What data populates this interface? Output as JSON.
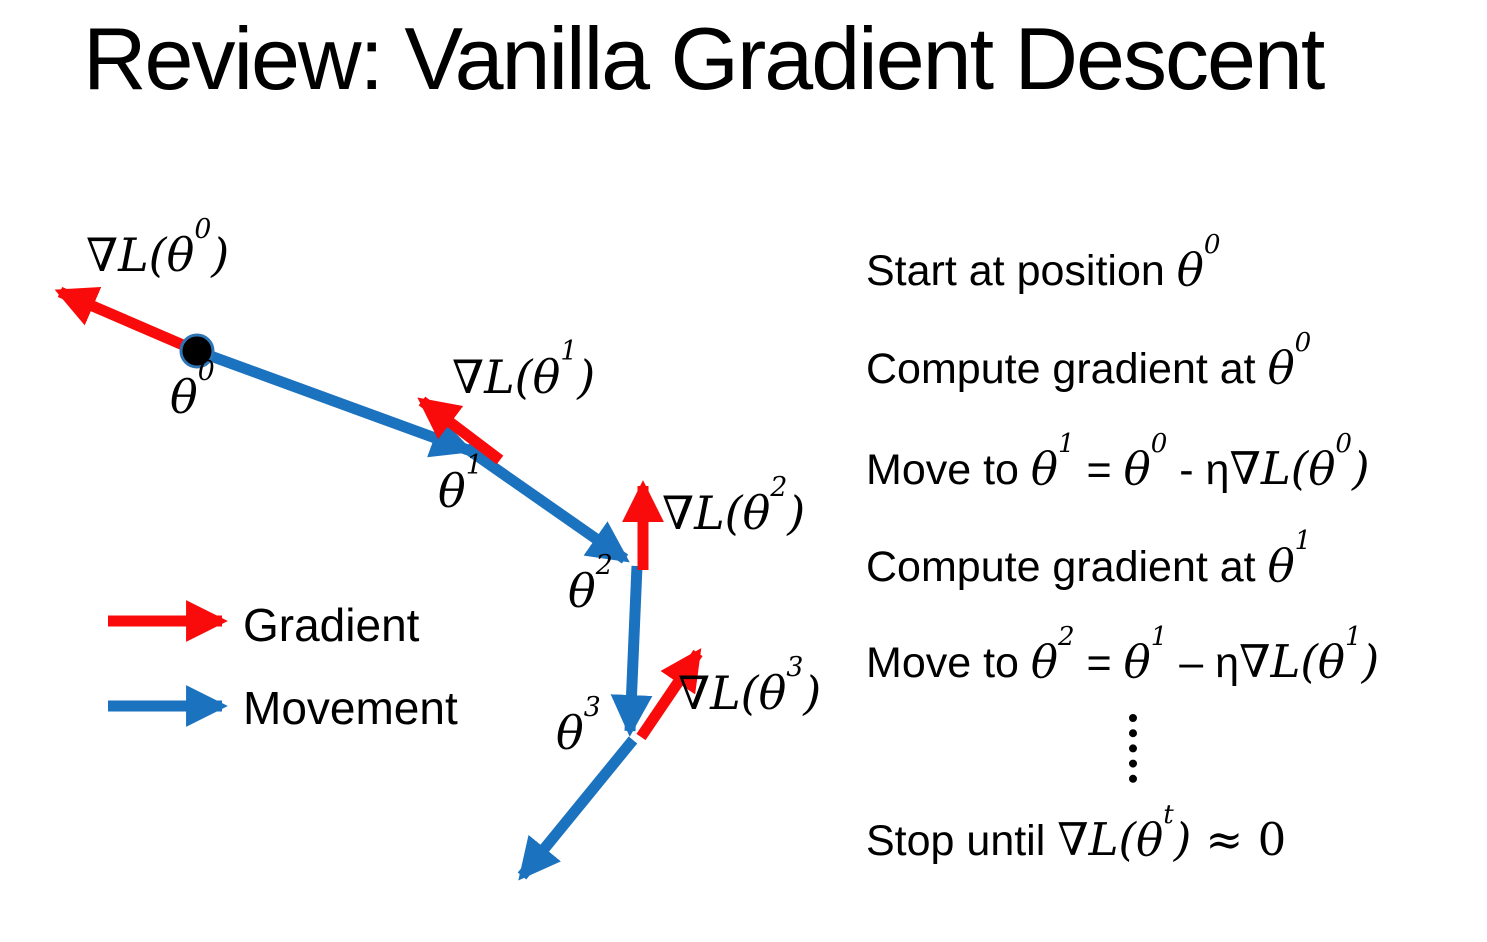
{
  "title": "Review: Vanilla Gradient Descent",
  "colors": {
    "gradient_red": "#F90B0B",
    "movement_blue": "#1B72BE",
    "dot_fill": "#000000",
    "dot_ring": "#2E75B6",
    "dots_color": "#000000"
  },
  "legend": {
    "gradient": "Gradient",
    "movement": "Movement"
  },
  "diagram": {
    "labels": {
      "theta0": {
        "pre": "θ",
        "sup": "0"
      },
      "theta1": {
        "pre": "θ",
        "sup": "1"
      },
      "theta2": {
        "pre": "θ",
        "sup": "2"
      },
      "theta3": {
        "pre": "θ",
        "sup": "3"
      },
      "grad0": {
        "pre": "∇L(θ",
        "sup": "0",
        "post": ")"
      },
      "grad1": {
        "pre": "∇L(θ",
        "sup": "1",
        "post": ")"
      },
      "grad2": {
        "pre": "∇L(θ",
        "sup": "2",
        "post": ")"
      },
      "grad3": {
        "pre": "∇L(θ",
        "sup": "3",
        "post": ")"
      }
    }
  },
  "steps": [
    {
      "segments": [
        {
          "text": "Start at position "
        },
        {
          "math": {
            "pre": "θ",
            "sup": "0"
          }
        }
      ]
    },
    {
      "segments": [
        {
          "text": "Compute gradient at "
        },
        {
          "math": {
            "pre": "θ",
            "sup": "0"
          }
        }
      ]
    },
    {
      "segments": [
        {
          "text": "Move to "
        },
        {
          "math": {
            "pre": "θ",
            "sup": "1"
          }
        },
        {
          "text": " = "
        },
        {
          "math": {
            "pre": "θ",
            "sup": "0"
          }
        },
        {
          "text": " - η"
        },
        {
          "math": {
            "pre": "∇L(θ",
            "sup": "0",
            "post": ")"
          }
        }
      ]
    },
    {
      "segments": [
        {
          "text": "Compute gradient at "
        },
        {
          "math": {
            "pre": "θ",
            "sup": "1"
          }
        }
      ]
    },
    {
      "segments": [
        {
          "text": "Move to "
        },
        {
          "math": {
            "pre": "θ",
            "sup": "2"
          }
        },
        {
          "text": " = "
        },
        {
          "math": {
            "pre": "θ",
            "sup": "1"
          }
        },
        {
          "text": " – η"
        },
        {
          "math": {
            "pre": "∇L(θ",
            "sup": "1",
            "post": ")"
          }
        }
      ]
    },
    {
      "segments": [
        {
          "text": "Stop until "
        },
        {
          "math": {
            "pre": "∇L(θ",
            "sup": "t",
            "post": ")"
          }
        },
        {
          "math": {
            "pre": " ≈ 0",
            "upright": true
          }
        }
      ]
    }
  ]
}
